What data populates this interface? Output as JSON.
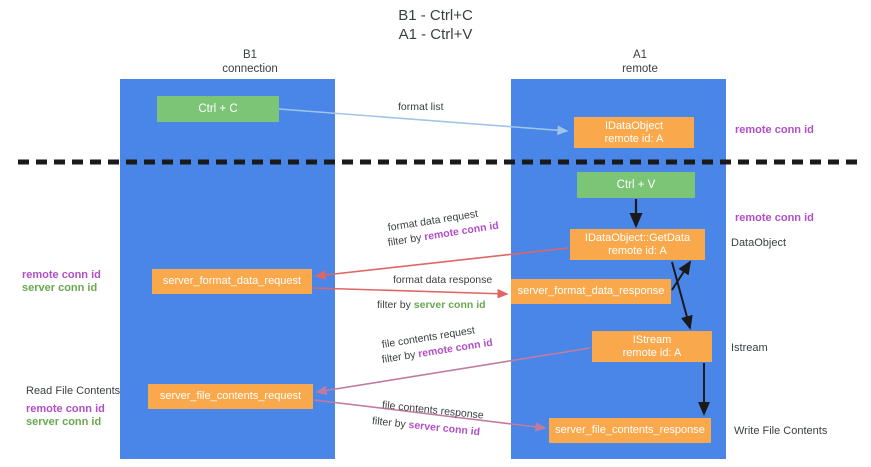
{
  "title": "B1 - Ctrl+C\nA1 - Ctrl+V",
  "columns": {
    "left": "B1\nconnection",
    "right": "A1\nremote"
  },
  "boxes": {
    "ctrl_c": "Ctrl + C",
    "ctrl_v": "Ctrl + V",
    "idataobject": "IDataObject\nremote id: A",
    "getdata": "IDataObject::GetData\nremote id: A",
    "istream": "IStream\nremote id: A",
    "server_format_data_request": "server_format_data_request",
    "server_format_data_response": "server_format_data_response",
    "server_file_contents_request": "server_file_contents_request",
    "server_file_contents_response": "server_file_contents_response"
  },
  "edges": {
    "format_list": "format list",
    "format_data_request": "format data request",
    "format_data_request_filter_prefix": "filter by ",
    "format_data_request_filter_key": "remote conn id",
    "format_data_response": "format data response",
    "format_data_response_filter_prefix": "filter by ",
    "format_data_response_filter_key": "server conn id",
    "file_contents_request": "file contents request",
    "file_contents_request_filter_prefix": "filter by ",
    "file_contents_request_filter_key": "remote conn id",
    "file_contents_response": "file contents response",
    "file_contents_response_filter_prefix": "filter by ",
    "file_contents_response_filter_key": "server conn id"
  },
  "annotations": {
    "right_remote_conn_id_top": "remote conn id",
    "right_remote_conn_id_mid": "remote conn id",
    "right_dataobject": "DataObject",
    "right_istream": "Istream",
    "right_write_file_contents": "Write File Contents",
    "left_remote_conn_id": "remote conn id",
    "left_server_conn_id": "server conn id",
    "left_read_file_contents": "Read File Contents",
    "left_bottom_remote_conn_id": "remote conn id",
    "left_bottom_server_conn_id": "server conn id"
  },
  "colors": {
    "lane": "#4a86e8",
    "box_orange": "#f9a94c",
    "box_green": "#7cc576",
    "accent_purple": "#b24ec7",
    "accent_green": "#6aa84f",
    "arrow_red": "#e06666",
    "arrow_blue": "#9fc5e8",
    "arrow_magenta": "#c27ba0",
    "separator": "#1a1a1a"
  }
}
